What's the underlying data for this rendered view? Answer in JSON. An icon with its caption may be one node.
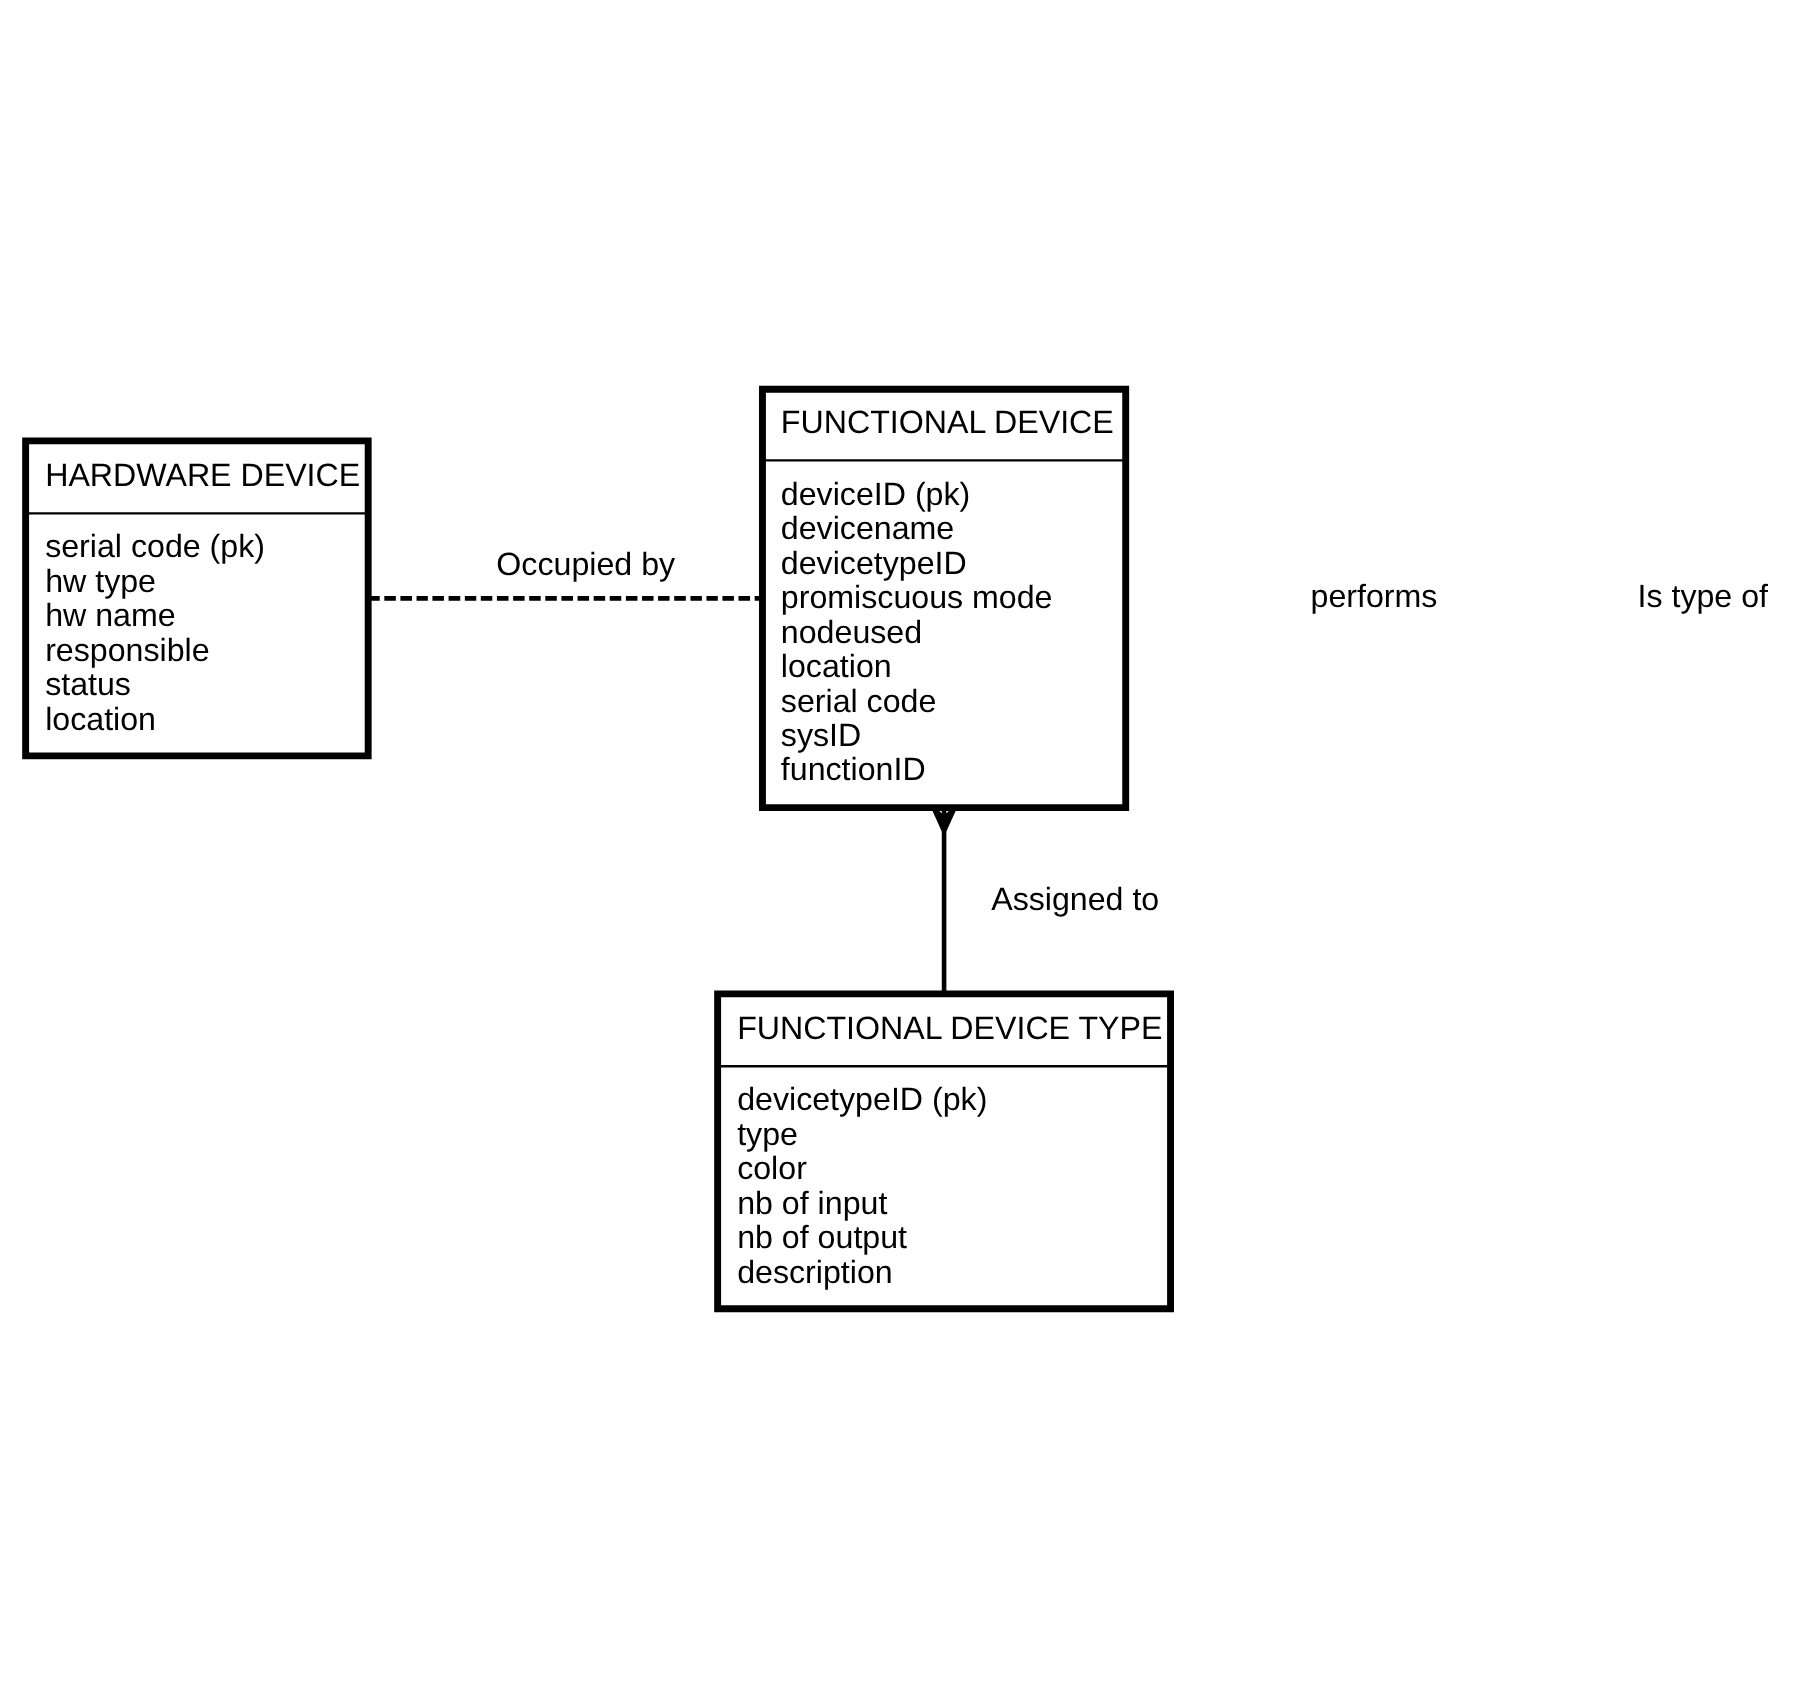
{
  "diagram": {
    "nodes": [
      {
        "text": [
          "HARDWARE DEVICE",
          "serial code (pk)",
          "hw type",
          "hw name",
          "responsible",
          "status",
          "location"
        ]
      },
      {
        "text": [
          "FUNCTIONAL DEVICE",
          "deviceID (pk)",
          "devicename",
          "devicetypeID",
          "promiscuous mode",
          "nodeused",
          "location",
          "serial code",
          "sysID",
          "functionID"
        ]
      },
      {
        "text": [
          "FUNCTIONAL DEVICE TYPE",
          "devicetypeID (pk)",
          "type",
          "color",
          "nb of input",
          "nb of output",
          "description"
        ]
      }
    ],
    "edges": [
      {
        "from": 0,
        "to": 1,
        "arrow": "none",
        "label": "Occupied by",
        "style": "dashed"
      },
      {
        "from": 1,
        "to": 2,
        "arrow": "other",
        "label": "Assigned to"
      }
    ],
    "labels": [
      "performs",
      "Is type of"
    ]
  }
}
